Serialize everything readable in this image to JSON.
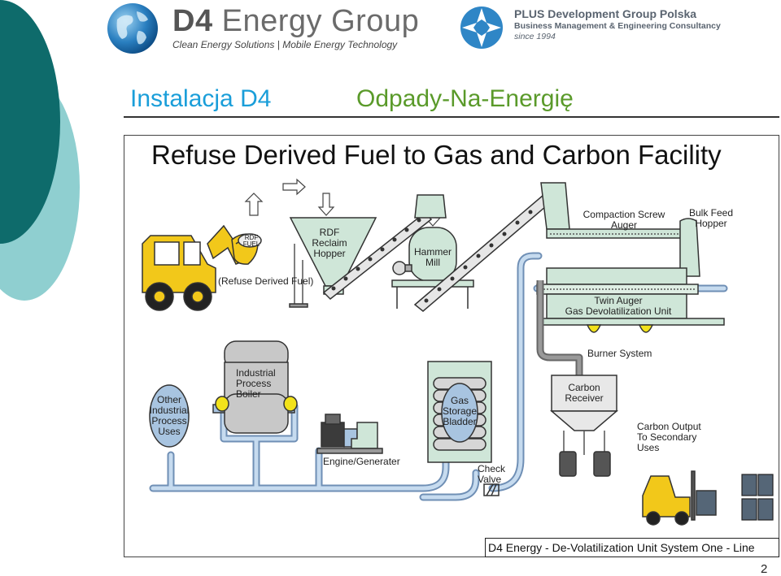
{
  "header": {
    "logo_left": {
      "name_bold": "D4",
      "name_rest": " Energy Group",
      "tagline": "Clean Energy Solutions | Mobile Energy Technology"
    },
    "logo_right": {
      "name": "PLUS Development Group Polska",
      "subtitle": "Business Management & Engineering Consultancy",
      "since": "since 1994"
    }
  },
  "slide": {
    "title_left": "Instalacja D4",
    "title_right": "Odpady-Na-Energię",
    "page_number": "2"
  },
  "diagram": {
    "title": "Refuse Derived Fuel to Gas and Carbon Facility",
    "labels": {
      "rdf_fuel": "RDF FUEL",
      "refuse_derived_fuel": "(Refuse Derived Fuel)",
      "rdf_reclaim_hopper": "RDF Reclaim Hopper",
      "hammer_mill": "Hammer Mill",
      "compaction_screw_auger": "Compaction Screw Auger",
      "bulk_feed_hopper": "Bulk Feed Hopper",
      "twin_auger": "Twin Auger",
      "gas_devolatilization_unit": "Gas Devolatilization Unit",
      "burner_system": "Burner System",
      "industrial_process_boiler": "Industrial Process Boiler",
      "other_industrial_process_uses": "Other Industrial Process Uses",
      "engine_generater": "Engine/Generater",
      "gas_storage_bladder": "Gas Storage Bladder",
      "check_valve": "Check Valve",
      "carbon_receiver": "Carbon Receiver",
      "carbon_output": "Carbon Output To Secondary Uses"
    },
    "footer": "D4 Energy - De-Volatilization Unit System One - Line"
  },
  "colors": {
    "teal_dark": "#0e6b6b",
    "teal_light": "#8fcfd0",
    "title_blue": "#1a9ed9",
    "title_green": "#5a9a2a",
    "pipe_blue": "#a8c4e0",
    "equipment_green": "#cfe6d8",
    "vehicle_yellow": "#f2c81a",
    "boiler_gray": "#c8c8c8"
  }
}
